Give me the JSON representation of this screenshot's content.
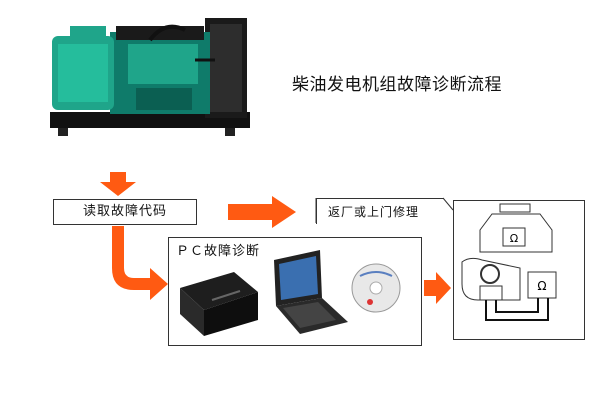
{
  "title": "柴油发电机组故障诊断流程",
  "steps": {
    "read_codes": "读取故障代码",
    "pc_diagnosis": "ＰＣ故障诊断",
    "repair": "返厂或上门修理"
  },
  "colors": {
    "arrow_fill": "#ff5a12",
    "generator_green": "#1fa58a",
    "box_border": "#333333"
  }
}
